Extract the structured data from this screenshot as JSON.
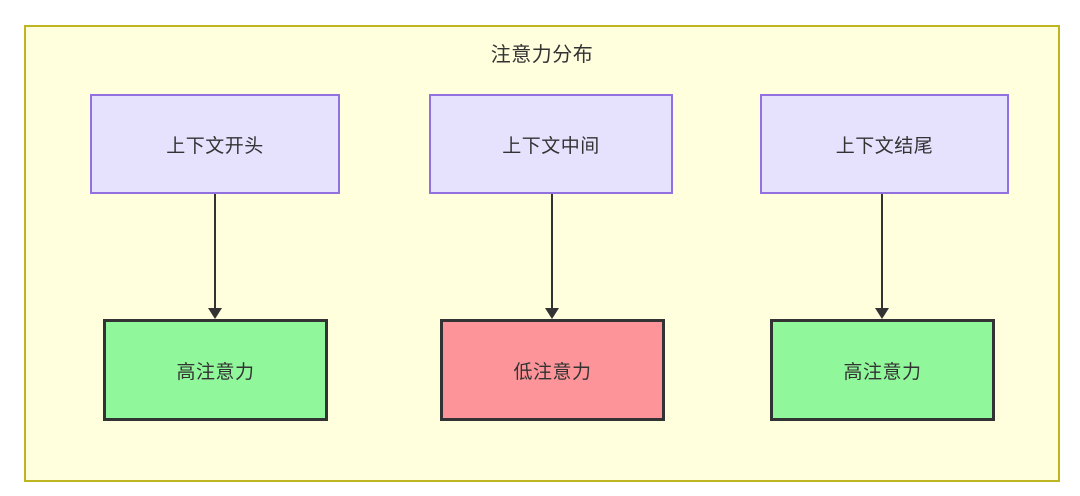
{
  "diagram": {
    "title": "注意力分布",
    "container_fill": "#ffffde",
    "container_border": "#bfb520",
    "nodes": {
      "context_start": {
        "label": "上下文开头",
        "fill": "#e6e2fd",
        "border": "#9370e0"
      },
      "context_middle": {
        "label": "上下文中间",
        "fill": "#e6e2fd",
        "border": "#9370e0"
      },
      "context_end": {
        "label": "上下文结尾",
        "fill": "#e6e2fd",
        "border": "#9370e0"
      },
      "attention_start": {
        "label": "高注意力",
        "fill": "#90f79a",
        "border": "#333333"
      },
      "attention_middle": {
        "label": "低注意力",
        "fill": "#fd9499",
        "border": "#333333"
      },
      "attention_end": {
        "label": "高注意力",
        "fill": "#90f79a",
        "border": "#333333"
      }
    },
    "edges": [
      {
        "from": "上下文开头",
        "to": "高注意力"
      },
      {
        "from": "上下文中间",
        "to": "低注意力"
      },
      {
        "from": "上下文结尾",
        "to": "高注意力"
      }
    ]
  }
}
